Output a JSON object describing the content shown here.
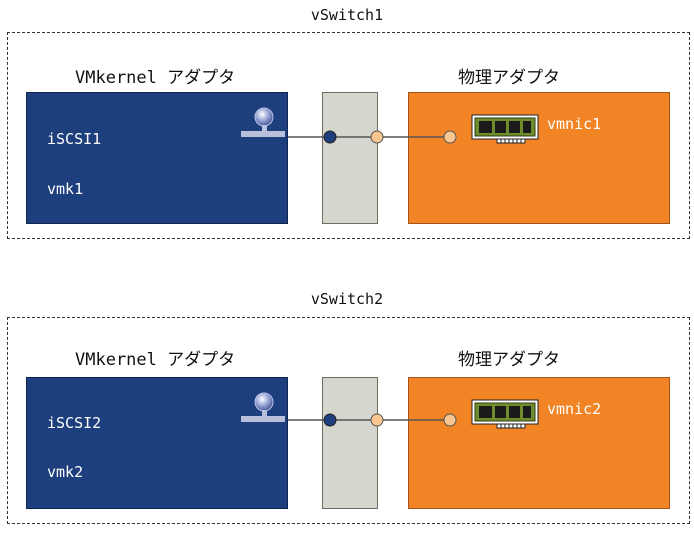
{
  "switches": [
    {
      "name": "vSwitch1",
      "vmkernel_label": "VMkernel アダプタ",
      "physical_label": "物理アダプタ",
      "port_group": "iSCSI1",
      "vmk": "vmk1",
      "vmnic": "vmnic1"
    },
    {
      "name": "vSwitch2",
      "vmkernel_label": "VMkernel アダプタ",
      "physical_label": "物理アダプタ",
      "port_group": "iSCSI2",
      "vmk": "vmk2",
      "vmnic": "vmnic2"
    }
  ],
  "colors": {
    "vmkernel_box": "#1e3f7e",
    "physical_box": "#f28425",
    "vswitch_bar": "#d5d6ce",
    "port_dark": "#1e3f7e",
    "port_light": "#f9c690"
  },
  "icons": [
    "port-group-icon",
    "nic-card-icon"
  ]
}
